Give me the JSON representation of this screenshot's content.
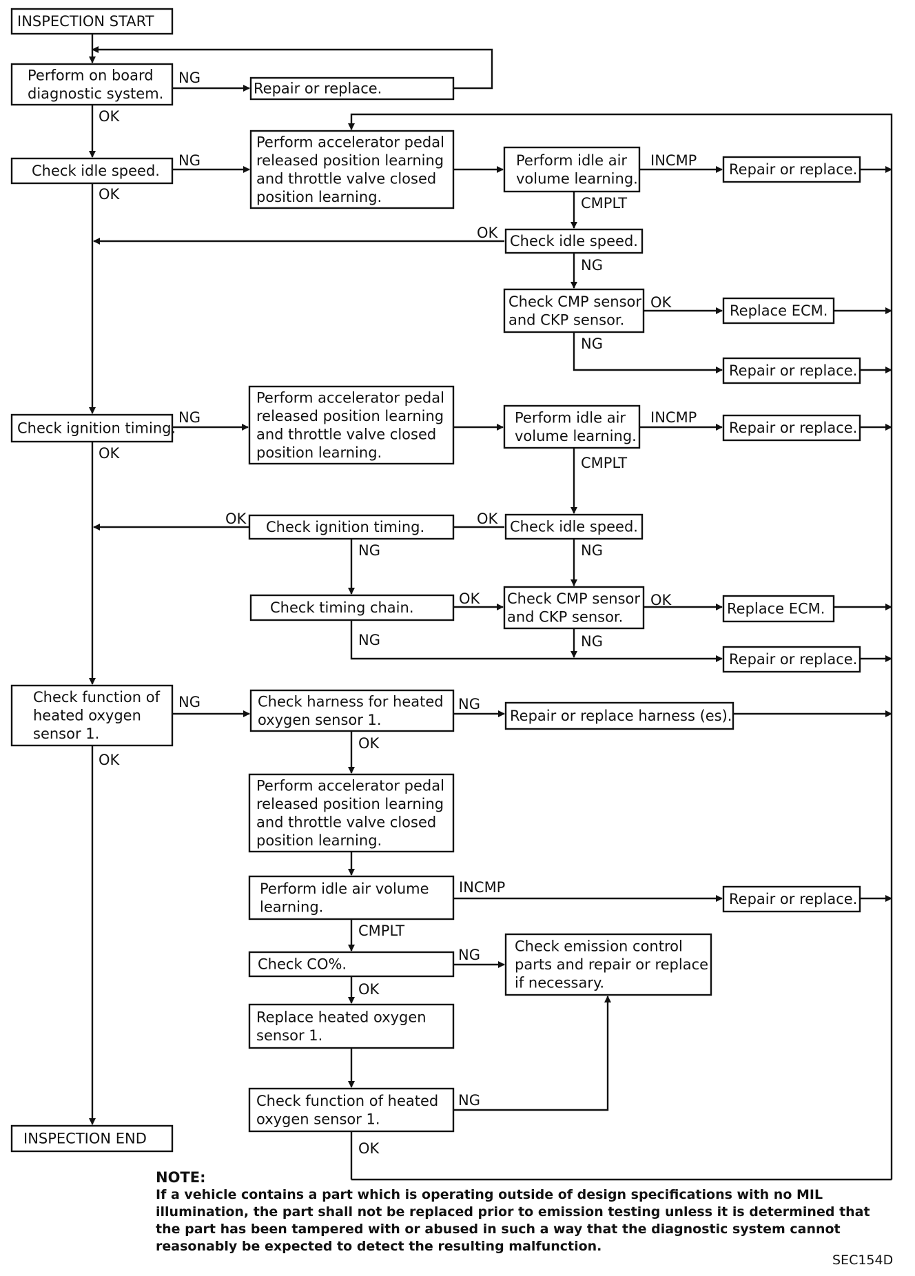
{
  "boxes": {
    "inspection_start": [
      "INSPECTION START"
    ],
    "perform_obd": [
      "Perform on board",
      "diagnostic system."
    ],
    "repair_top": [
      "Repair or replace."
    ],
    "check_idle_1": [
      "Check idle speed."
    ],
    "accel_learning_1": [
      "Perform accelerator pedal",
      "released position learning",
      "and throttle valve closed",
      "position learning."
    ],
    "idle_air_1": [
      "Perform idle air",
      "volume learning."
    ],
    "repair_incmp_1": [
      "Repair or replace."
    ],
    "check_idle_2": [
      "Check idle speed."
    ],
    "cmp_ckp_1": [
      "Check CMP sensor",
      "and CKP sensor."
    ],
    "replace_ecm_1": [
      "Replace ECM."
    ],
    "repair_cmp_1": [
      "Repair or replace."
    ],
    "check_ignition_1": [
      "Check ignition timing."
    ],
    "accel_learning_2": [
      "Perform accelerator pedal",
      "released position learning",
      "and throttle valve closed",
      "position learning."
    ],
    "idle_air_2": [
      "Perform idle air",
      "volume learning."
    ],
    "repair_incmp_2": [
      "Repair or replace."
    ],
    "check_ignition_2": [
      "Check ignition timing."
    ],
    "check_idle_3": [
      "Check idle speed."
    ],
    "timing_chain": [
      "Check timing chain."
    ],
    "cmp_ckp_2": [
      "Check CMP sensor",
      "and CKP sensor."
    ],
    "replace_ecm_2": [
      "Replace ECM."
    ],
    "repair_cmp_2": [
      "Repair or replace."
    ],
    "check_ho2s": [
      "Check function of",
      "heated oxygen",
      "sensor 1."
    ],
    "check_harness": [
      "Check harness for heated",
      "oxygen sensor 1."
    ],
    "repair_harness": [
      "Repair or replace harness (es)."
    ],
    "accel_learning_3": [
      "Perform accelerator pedal",
      "released position learning",
      "and throttle valve closed",
      "position learning."
    ],
    "idle_air_3": [
      "Perform idle air volume",
      "learning."
    ],
    "repair_incmp_3": [
      "Repair or replace."
    ],
    "check_co": [
      "Check CO%."
    ],
    "emission_parts": [
      "Check emission control",
      "parts and repair or replace",
      "if necessary."
    ],
    "replace_ho2s": [
      "Replace heated oxygen",
      "sensor 1."
    ],
    "check_ho2s_2": [
      "Check function of heated",
      "oxygen sensor 1."
    ],
    "inspection_end": [
      "INSPECTION END"
    ]
  },
  "labels": {
    "ng_obd": "NG",
    "ok_obd": "OK",
    "ng_idle1": "NG",
    "ok_idle1": "OK",
    "incmp_1": "INCMP",
    "cmplt_1": "CMPLT",
    "ok_idle2": "OK",
    "ng_idle2": "NG",
    "ok_cmp1": "OK",
    "ng_cmp1": "NG",
    "ng_ign1": "NG",
    "ok_ign1": "OK",
    "incmp_2": "INCMP",
    "cmplt_2": "CMPLT",
    "ok_ign2": "OK",
    "ok_idle3": "OK",
    "ng_ign2": "NG",
    "ng_idle3": "NG",
    "ok_chain": "OK",
    "ok_cmp2": "OK",
    "ng_chain": "NG",
    "ng_cmp2": "NG",
    "ng_ho2s": "NG",
    "ok_ho2s": "OK",
    "ng_harness": "NG",
    "ok_harness": "OK",
    "incmp_3": "INCMP",
    "cmplt_3": "CMPLT",
    "ng_co": "NG",
    "ok_co": "OK",
    "ng_ho2s2": "NG",
    "ok_ho2s2": "OK"
  },
  "note": {
    "title": "NOTE:",
    "text": "If a vehicle contains a part which is operating outside of design specifications with no MIL illumination, the part shall not be replaced prior to emission testing unless it is determined that the part has been tampered with or abused in such a way that the diagnostic system cannot reasonably be expected to detect the resulting malfunction."
  },
  "figure_code": "SEC154D"
}
